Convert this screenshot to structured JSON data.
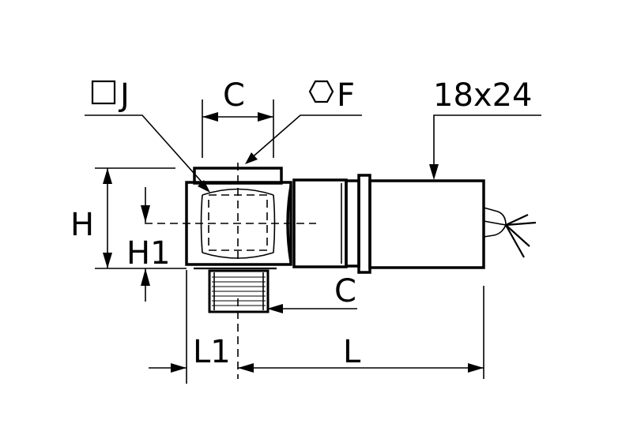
{
  "labels": {
    "square_j": "J",
    "dim_c_top": "C",
    "hex_f": "F",
    "dim_18x24": "18x24",
    "dim_h": "H",
    "dim_h1": "H1",
    "dim_c_side": "C",
    "dim_l1": "L1",
    "dim_l": "L"
  },
  "icons": {
    "square": "square-icon",
    "hexagon": "hexagon-icon"
  }
}
